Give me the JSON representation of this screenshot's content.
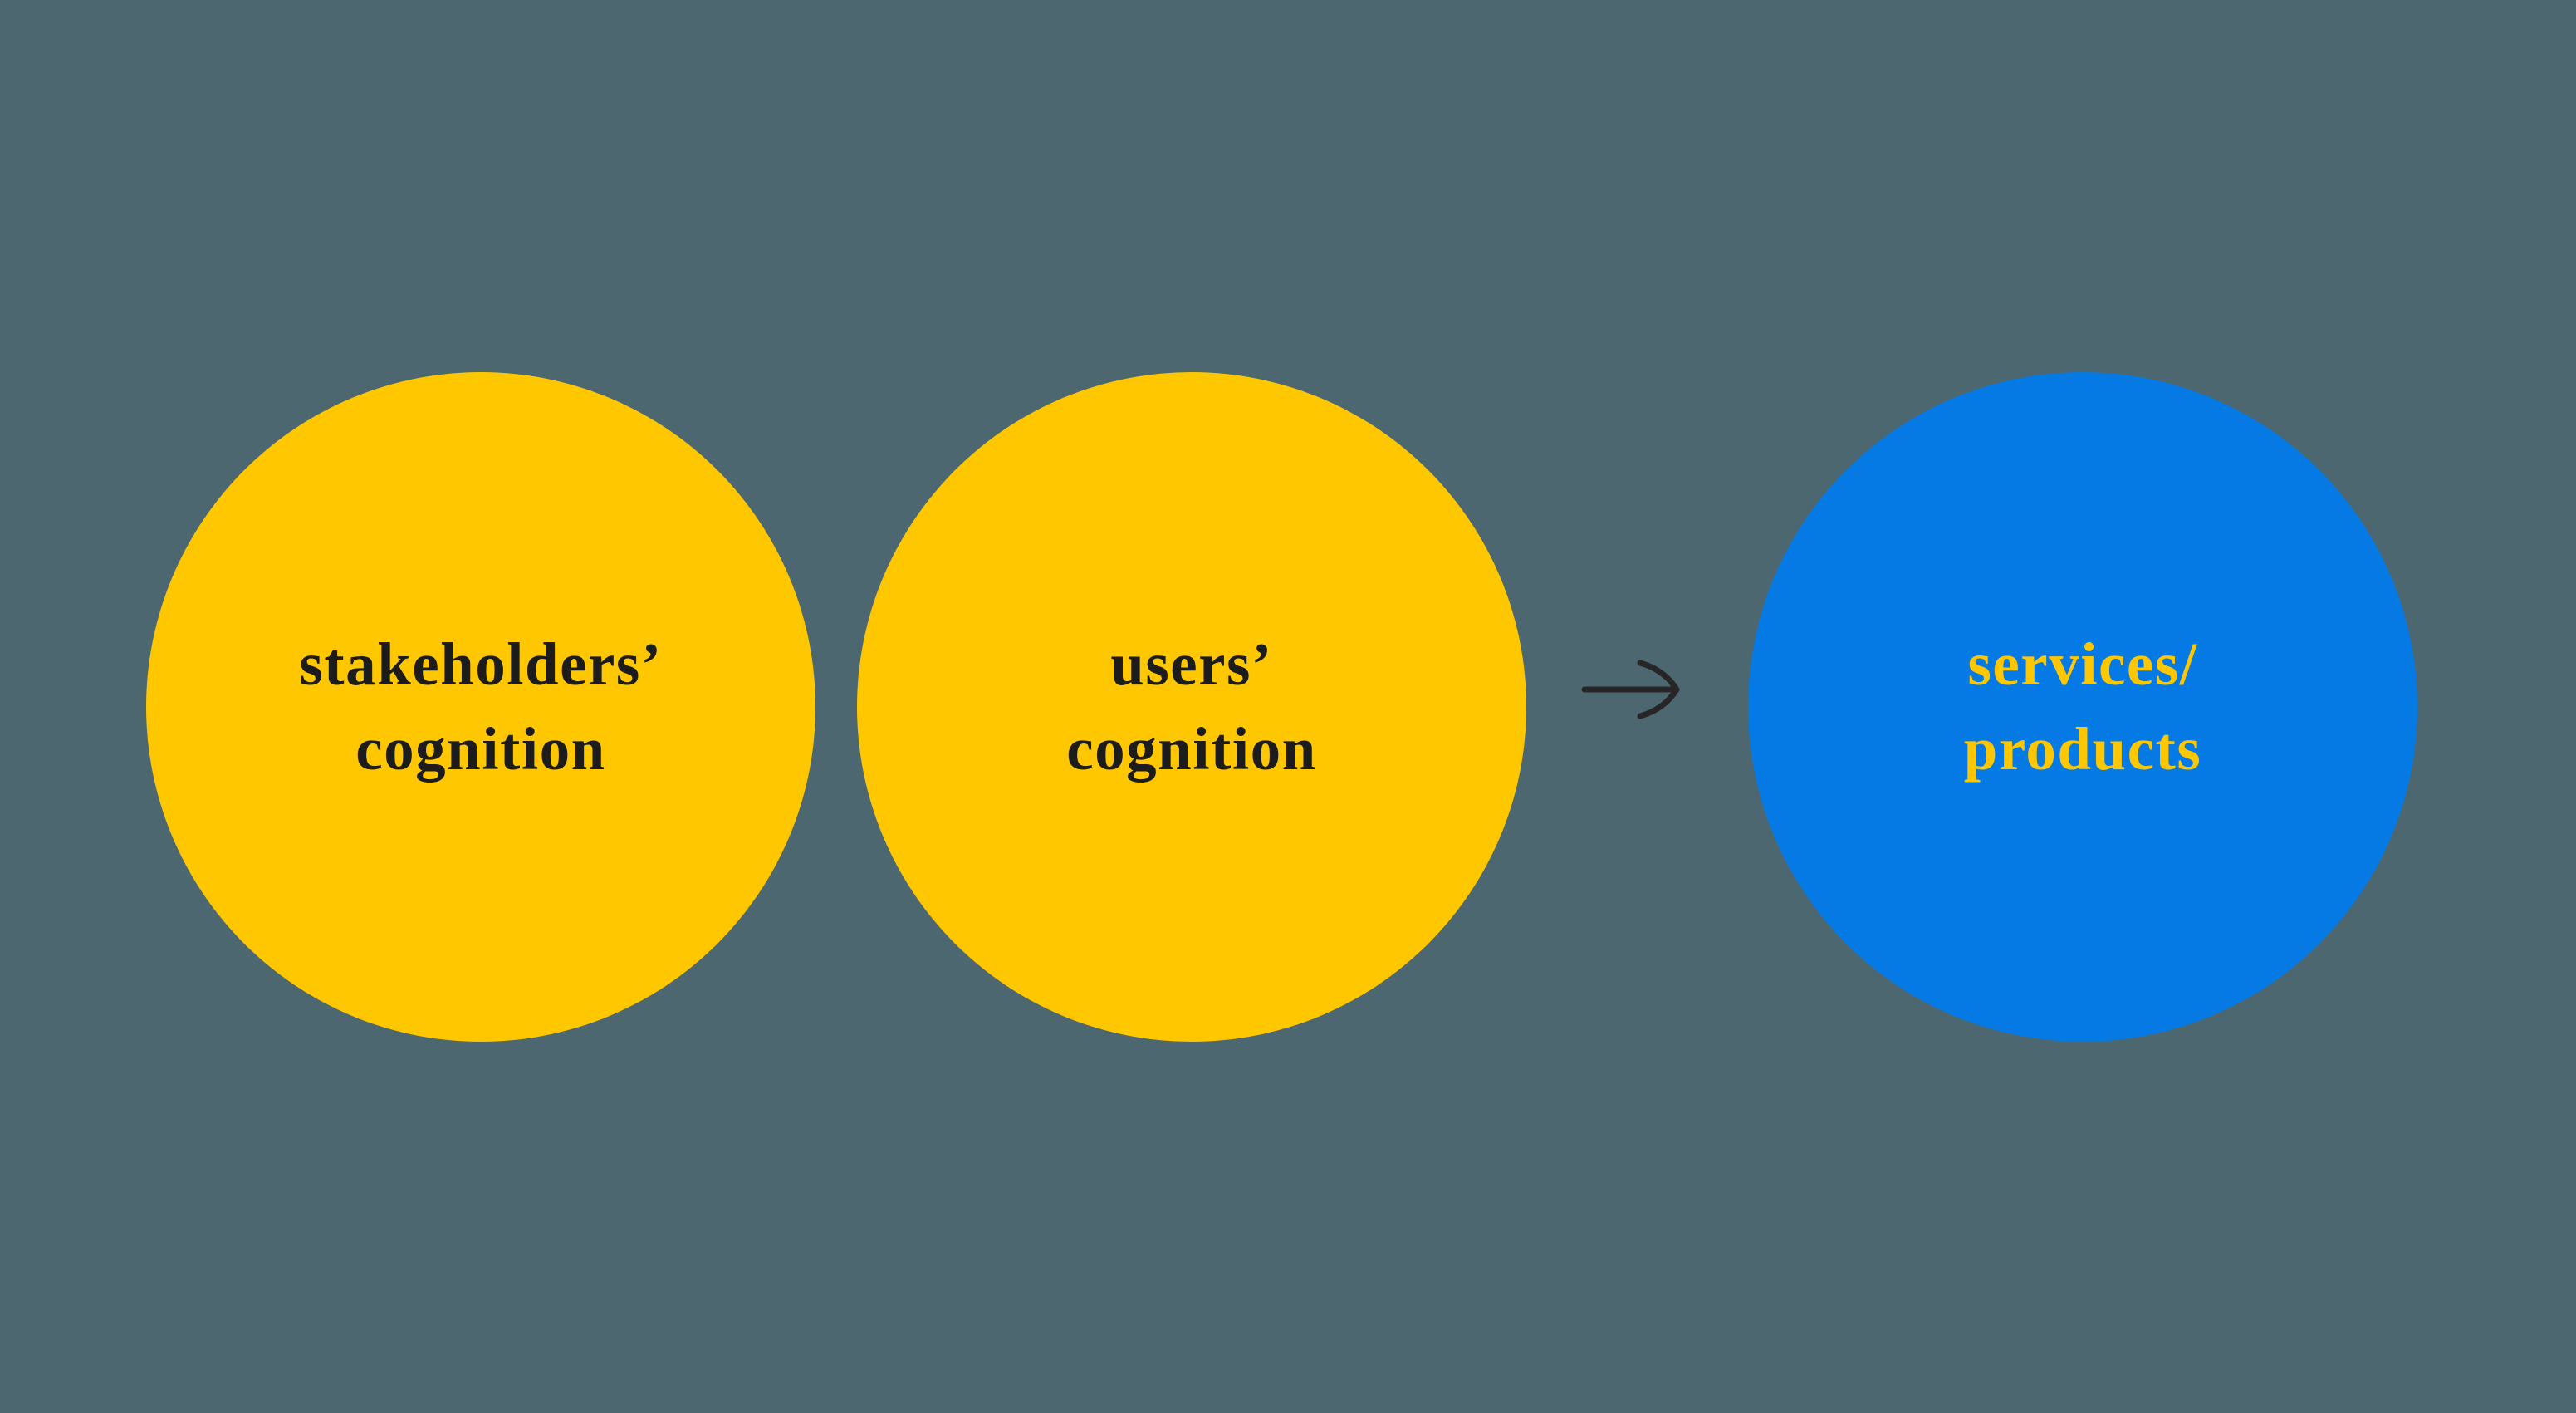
{
  "diagram": {
    "type": "concept-flow",
    "background_color": "#4c6770",
    "nodes": [
      {
        "id": "stakeholders",
        "label": "stakeholders’\ncognition",
        "label_line1": "stakeholders’",
        "label_line2": "cognition",
        "shape": "circle",
        "fill_color": "#ffc700",
        "text_color": "#1c1c1c"
      },
      {
        "id": "users",
        "label": "users’\ncognition",
        "label_line1": "users’",
        "label_line2": "cognition",
        "shape": "circle",
        "fill_color": "#ffc700",
        "text_color": "#1c1c1c"
      },
      {
        "id": "services",
        "label": "services/\nproducts",
        "label_line1": "services/",
        "label_line2": "products",
        "shape": "circle",
        "fill_color": "#057ae4",
        "text_color": "#ffc700"
      }
    ],
    "connectors": [
      {
        "id": "users-to-services",
        "icon": "arrow-right-icon",
        "glyph": "→",
        "from": "users",
        "to": "services",
        "color": "#262626"
      }
    ]
  }
}
